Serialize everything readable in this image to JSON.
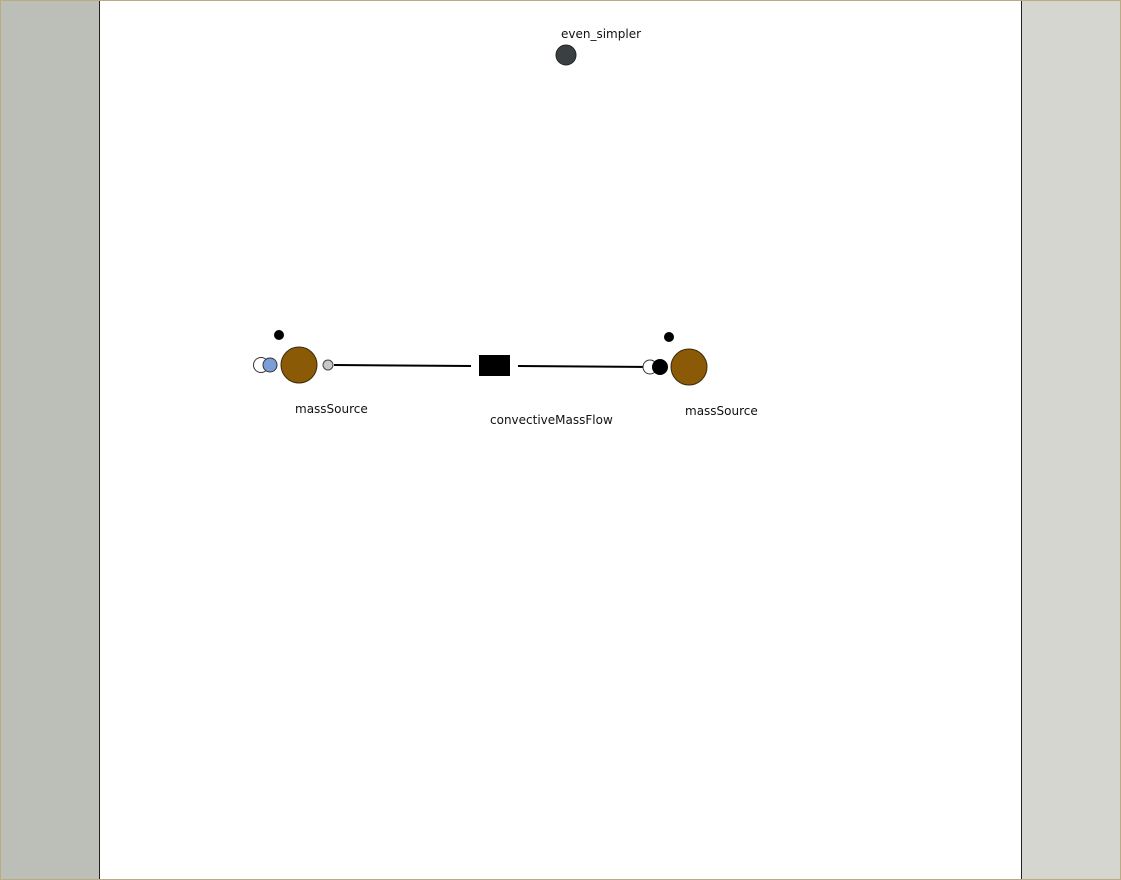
{
  "diagram": {
    "model_name": "even_simpler",
    "nodes": {
      "model_root": {
        "label": "even_simpler",
        "color": "#3a3f42"
      },
      "mass_source_left": {
        "label": "massSource",
        "color": "#8b5a06"
      },
      "convective_mass_flow": {
        "label": "convectiveMassFlow",
        "color": "#000000"
      },
      "mass_source_right": {
        "label": "massSource",
        "color": "#8b5a06"
      }
    },
    "port_colors": {
      "hollow": "#ffffff",
      "blue": "#7a9fd6",
      "gray": "#c8c8c8",
      "black": "#000000"
    }
  }
}
